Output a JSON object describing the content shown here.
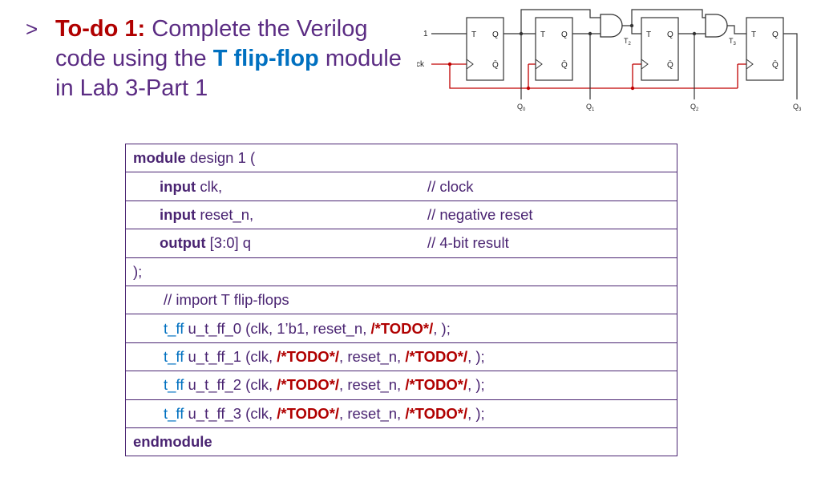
{
  "heading": {
    "bullet": ">",
    "todo_label": "To-do 1:",
    "text_a": " Complete the Verilog code using the ",
    "tff_label": "T flip-flop",
    "text_b": " module in Lab 3-Part 1"
  },
  "circuit": {
    "input_one": "1",
    "clock_label": "Clock",
    "ff_labels": {
      "t": "T",
      "q": "Q",
      "qbar": "Q̄"
    },
    "outputs": [
      "Q",
      "Q",
      "Q",
      "Q"
    ],
    "output_subs": [
      "0",
      "1",
      "2",
      "3"
    ],
    "toggle_labels": [
      "T",
      "T"
    ],
    "toggle_subs": [
      "2",
      "3"
    ],
    "colors": {
      "clock_wire": "#c00000",
      "wire": "#333333"
    }
  },
  "code": {
    "module_kw": "module",
    "module_rest": " design 1 (",
    "input_kw": "input",
    "clk_rest": " clk,",
    "clk_comment": "// clock",
    "reset_rest": " reset_n,",
    "reset_comment": "// negative reset",
    "output_kw": "output",
    "output_rest": " [3:0] q",
    "output_comment": "// 4-bit result",
    "close_paren": ");",
    "import_comment": "// import T flip-flops",
    "tff_kw": "t_ff",
    "todo": "/*TODO*/",
    "line0_a": " u_t_ff_0 (clk, 1’b1, reset_n, ",
    "line0_b": ", );",
    "line1_a": " u_t_ff_1 (clk, ",
    "line2_a": " u_t_ff_2 (clk, ",
    "line3_a": " u_t_ff_3 (clk, ",
    "mid": ", reset_n, ",
    "tail": ", );",
    "endmodule_kw": "endmodule"
  }
}
